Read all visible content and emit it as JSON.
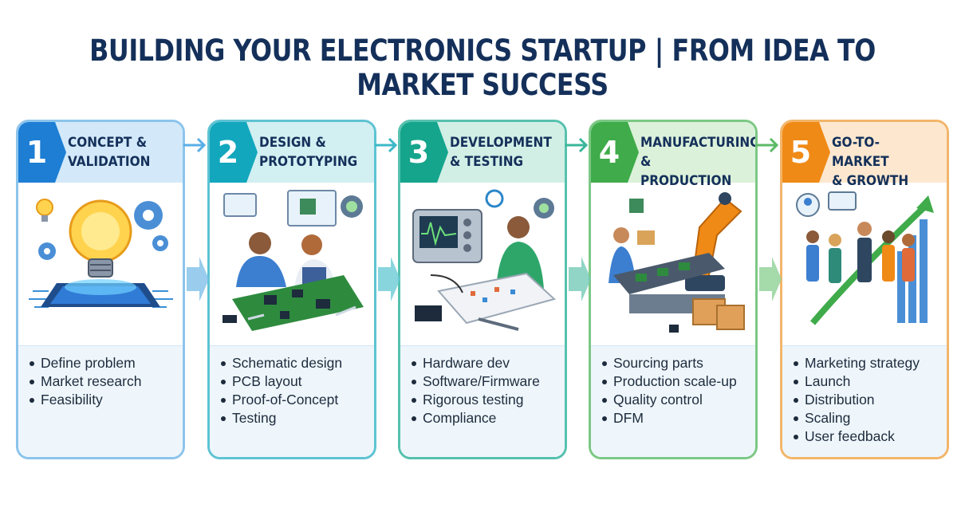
{
  "title": "BUILDING YOUR ELECTRONICS STARTUP | FROM IDEA TO MARKET SUCCESS",
  "colors": {
    "title": "#14305a",
    "stage1": "#1d7ed4",
    "stage2": "#12a7bd",
    "stage3": "#14a58c",
    "stage4": "#3fab4a",
    "stage5": "#f08a16"
  },
  "stages": [
    {
      "number": "1",
      "title_line1": "CONCEPT &",
      "title_line2": "VALIDATION",
      "icon": "lightbulb-chip-gears",
      "items": [
        "Define problem",
        "Market research",
        "Feasibility"
      ]
    },
    {
      "number": "2",
      "title_line1": "DESIGN &",
      "title_line2": "PROTOTYPING",
      "icon": "engineers-pcb",
      "items": [
        "Schematic design",
        "PCB layout",
        "Proof-of-Concept",
        "Testing"
      ]
    },
    {
      "number": "3",
      "title_line1": "DEVELOPMENT",
      "title_line2": "& TESTING",
      "icon": "oscilloscope-breadboard",
      "items": [
        "Hardware dev",
        "Software/Firmware",
        "Rigorous testing",
        "Compliance"
      ]
    },
    {
      "number": "4",
      "title_line1": "MANUFACTURING",
      "title_line2": "& PRODUCTION",
      "icon": "robot-arm-conveyor",
      "items": [
        "Sourcing parts",
        "Production scale-up",
        "Quality control",
        "DFM"
      ]
    },
    {
      "number": "5",
      "title_line1": "GO-TO-MARKET",
      "title_line2": "& GROWTH",
      "icon": "team-growth-chart",
      "items": [
        "Marketing strategy",
        "Launch",
        "Distribution",
        "Scaling",
        "User feedback"
      ]
    }
  ]
}
